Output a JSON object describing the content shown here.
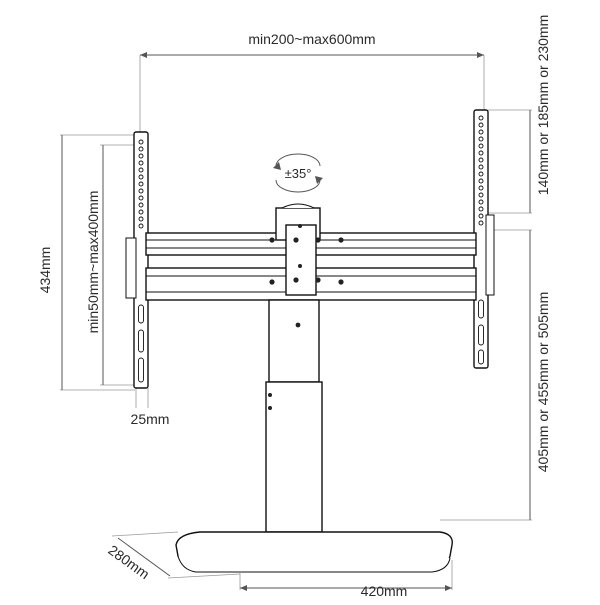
{
  "dimensions": {
    "width_range": "min200~max600mm",
    "rotation": "±35°",
    "vesa_offset": "140mm or 185mm or 230mm",
    "bracket_height": "434mm",
    "vertical_range": "min50mm~max400mm",
    "bracket_depth": "25mm",
    "pole_height": "405mm or 455mm or 505mm",
    "base_depth": "280mm",
    "base_width": "420mm"
  }
}
